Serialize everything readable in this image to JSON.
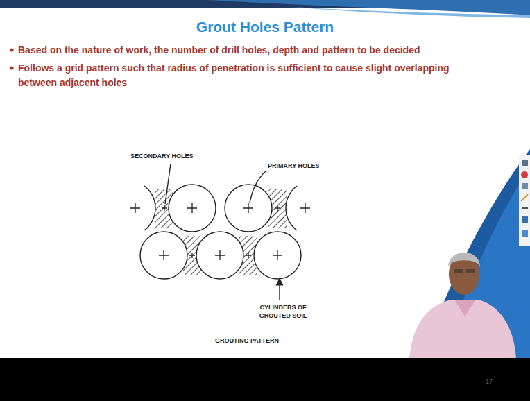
{
  "diagram": {
    "title": "Grout Holes Pattern",
    "caption": "GROUTING PATTERN",
    "labels": [
      "Based on the nature of work, the number of drill holes, depth and pattern to be decided",
      "Follows a grid pattern such that radius of penetration is sufficient to cause slight overlapping between adjacent holes",
      "SECONDARY HOLES",
      "PRIMARY HOLES",
      "CYLINDERS OF GROUTED SOIL",
      "17"
    ]
  }
}
